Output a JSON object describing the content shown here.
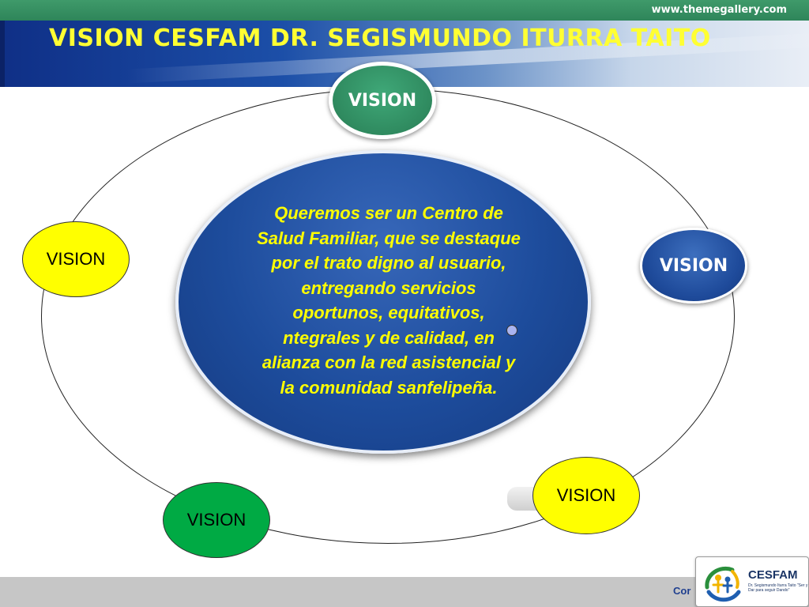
{
  "header": {
    "site_url": "www.themegallery.com",
    "title": "VISION CESFAM DR. SEGISMUNDO ITURRA TAITO"
  },
  "diagram": {
    "center_text": "Queremos ser un Centro de Salud Familiar,  que se destaque por el trato digno al usuario, entregando servicios oportunos, equitativos, ntegrales y de calidad, en alianza con la red asistencial y la comunidad sanfelipeña.",
    "nodes": {
      "top": "VISION",
      "left": "VISION",
      "right": "VISION",
      "bottom_right": "VISION",
      "bottom_left": "VISION"
    }
  },
  "footer": {
    "text": "Cor"
  },
  "logo": {
    "name": "CESFAM",
    "subtitle": "Dr. Segismundo Iturra Taito \"Ser y Dar para seguir Dando\""
  },
  "colors": {
    "top_bar": "#2e855a",
    "title_text": "#ffff33",
    "center_fill": "#1d4c9c",
    "center_text": "#ffff00",
    "node_green_dark": "#2f8a5f",
    "node_yellow": "#ffff00",
    "node_blue": "#1e4a9a",
    "node_green": "#00aa44",
    "footer": "#c6c6c6"
  }
}
